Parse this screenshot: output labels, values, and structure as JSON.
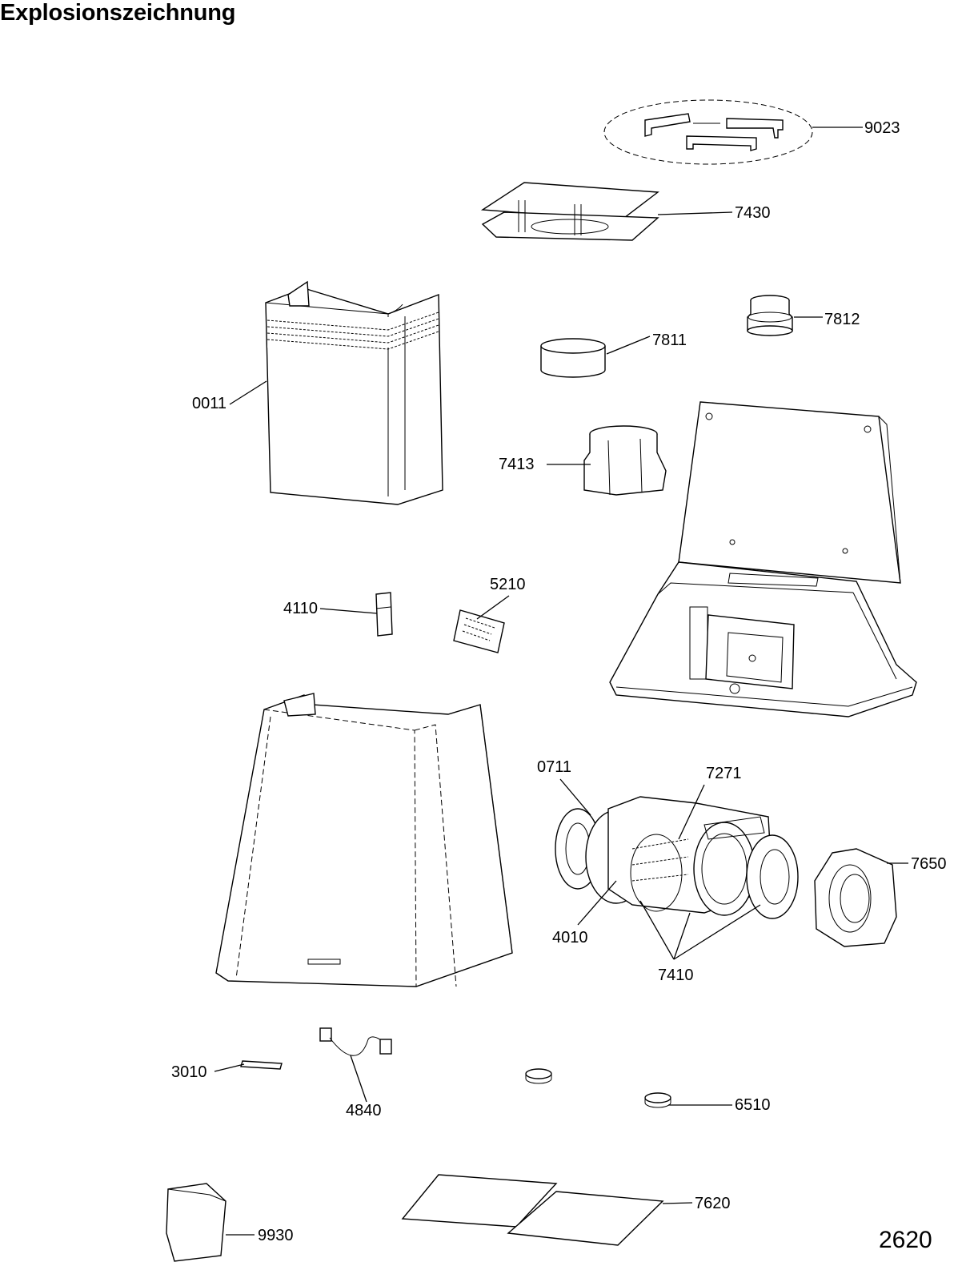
{
  "title": "Explosionszeichnung",
  "page_code": "2620",
  "labels": {
    "p9023": "9023",
    "p7430": "7430",
    "p7812": "7812",
    "p7811": "7811",
    "p0011": "0011",
    "p7413": "7413",
    "p5210": "5210",
    "p4110": "4110",
    "p0711": "0711",
    "p7271": "7271",
    "p7650": "7650",
    "p4010": "4010",
    "p7410": "7410",
    "p3010": "3010",
    "p4840": "4840",
    "p6510": "6510",
    "p9930": "9930",
    "p7620": "7620"
  }
}
